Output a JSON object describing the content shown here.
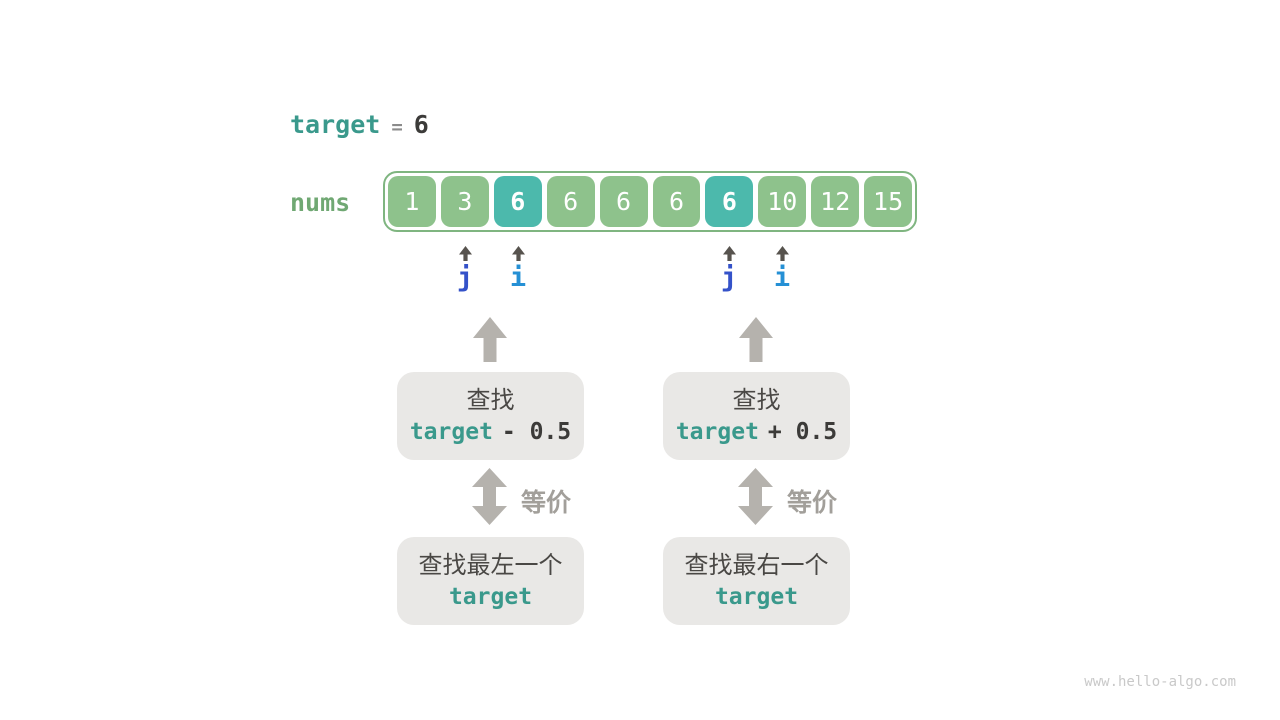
{
  "header": {
    "keyword": "target",
    "equals": "=",
    "value": "6"
  },
  "array": {
    "label": "nums",
    "values": [
      1,
      3,
      6,
      6,
      6,
      6,
      6,
      10,
      12,
      15
    ],
    "highlight_indices": [
      2,
      6
    ]
  },
  "pointers": [
    {
      "label": "j"
    },
    {
      "label": "i"
    },
    {
      "label": "j"
    },
    {
      "label": "i"
    }
  ],
  "flow": {
    "left": {
      "search_label": "查找",
      "expr_keyword": "target",
      "expr_rest": "- 0.5",
      "equiv_label": "等价",
      "result_label": "查找最左一个",
      "result_keyword": "target"
    },
    "right": {
      "search_label": "查找",
      "expr_keyword": "target",
      "expr_rest": "+ 0.5",
      "equiv_label": "等价",
      "result_label": "查找最右一个",
      "result_keyword": "target"
    }
  },
  "footer": {
    "watermark": "www.hello-algo.com"
  },
  "colors": {
    "teal_text": "#3A998C",
    "green_label": "#70A873",
    "dark_text": "#3C3B39",
    "equals_gray": "#8B8B8B",
    "cell_green": "#8EC28C",
    "cell_teal": "#4CB9AC",
    "array_border": "#7FB580",
    "pointer_j": "#3452C9",
    "pointer_i": "#2590D5",
    "caret_gray": "#57534E",
    "arrow_gray": "#B5B2AD",
    "box_bg": "#E9E8E6",
    "box_text": "#4A4845",
    "equiv_text": "#A29F9A",
    "watermark": "#C9C9C9"
  }
}
